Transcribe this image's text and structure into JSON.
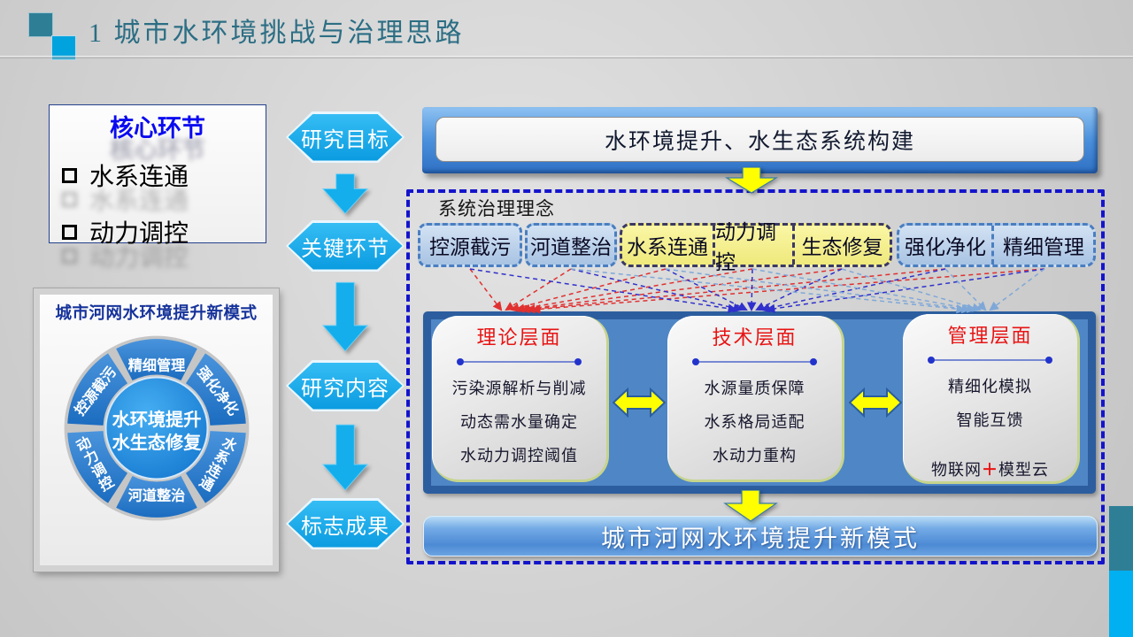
{
  "header": {
    "title": "1 城市水环境挑战与治理思路"
  },
  "core_panel": {
    "title": "核心环节",
    "items": [
      {
        "label": "水系连通"
      },
      {
        "label": "动力调控"
      }
    ]
  },
  "ring_panel": {
    "title": "城市河网水环境提升新模式",
    "center": {
      "line1": "水环境提升",
      "line2": "水生态修复"
    },
    "segments": {
      "top": "精细管理",
      "top_right": "强化净化",
      "bottom_right": "水系连通",
      "bottom": "河道整治",
      "bottom_left": "动力调控",
      "top_left": "控源截污"
    }
  },
  "flow": {
    "steps": [
      {
        "label": "研究目标"
      },
      {
        "label": "关键环节"
      },
      {
        "label": "研究内容"
      },
      {
        "label": "标志成果"
      }
    ]
  },
  "goal_banner": {
    "text": "水环境提升、水生态系统构建"
  },
  "system_box": {
    "label": "系统治理理念",
    "chips": [
      {
        "label": "控源截污"
      },
      {
        "label": "河道整治"
      },
      {
        "label": "水系连通"
      },
      {
        "label": "动力调控"
      },
      {
        "label": "生态修复"
      },
      {
        "label": "强化净化"
      },
      {
        "label": "精细管理"
      }
    ],
    "layers": [
      {
        "title": "理论层面",
        "items": [
          {
            "text": "污染源解析与削减"
          },
          {
            "text": "动态需水量确定"
          },
          {
            "text": "水动力调控阈值"
          }
        ]
      },
      {
        "title": "技术层面",
        "items": [
          {
            "text": "水源量质保障"
          },
          {
            "text": "水系格局适配"
          },
          {
            "text": "水动力重构"
          }
        ]
      },
      {
        "title": "管理层面",
        "items": [
          {
            "text": "精细化模拟"
          },
          {
            "text": "智能互馈"
          }
        ],
        "special_item": {
          "pre": "物联网",
          "plus": "＋",
          "post": "模型云"
        }
      }
    ],
    "result_bar": "城市河网水环境提升新模式"
  },
  "colors": {
    "title_teal": "#2c6e84",
    "decor_teal": "#2e7f96",
    "decor_bright_blue": "#00b0f0",
    "hex_blue": "#0a9be0",
    "band_blue": "#4f86c6",
    "chip_blue_fill": "#b9cde6",
    "chip_yellow_fill": "#f5f08f",
    "dashed_border_blue": "#1414cc",
    "layer_title_red": "#e81414",
    "core_title_blue": "#0a0af0",
    "arrow_yellow": "#ffff00",
    "ring_segment_blue": "#2b7fd0"
  }
}
